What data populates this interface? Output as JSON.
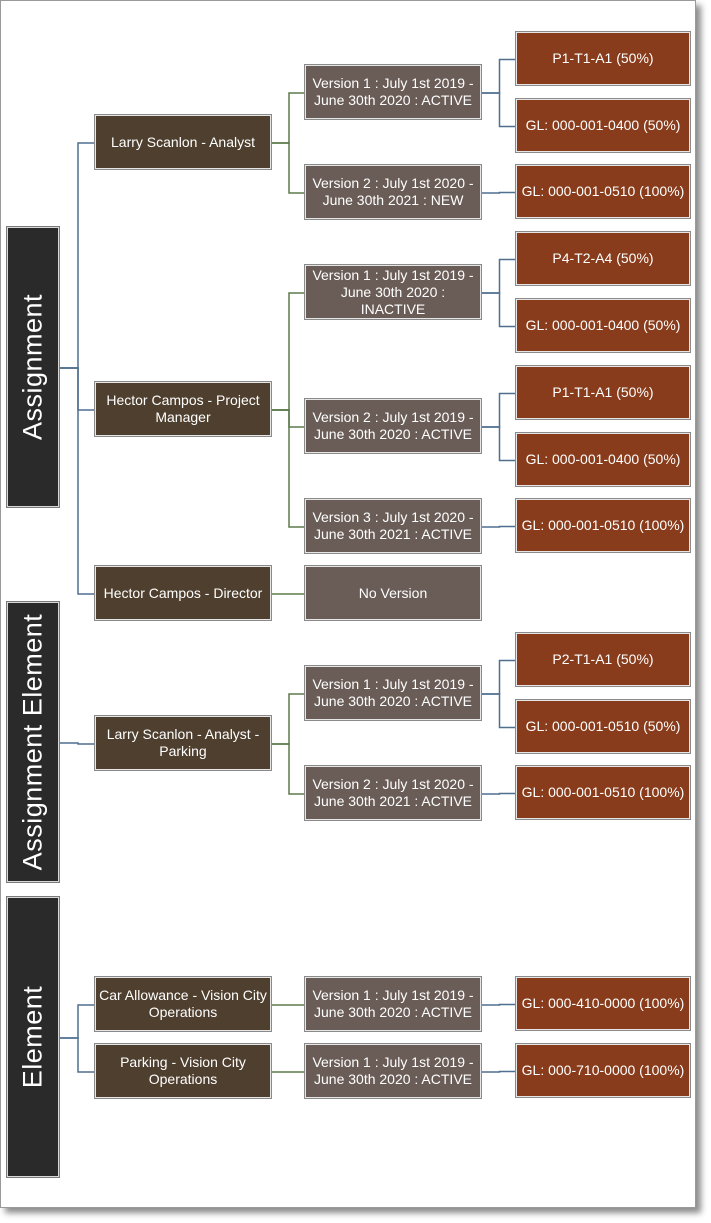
{
  "sections": [
    {
      "id": "s-assignment",
      "label": "Assignment"
    },
    {
      "id": "s-assignment-element",
      "label": "Assignment Element"
    },
    {
      "id": "s-element",
      "label": "Element"
    }
  ],
  "nodes": [
    {
      "id": "a1",
      "level": 1,
      "text": "Larry Scanlon - Analyst"
    },
    {
      "id": "a1v1",
      "level": 2,
      "text": "Version 1 : July 1st 2019 -\nJune 30th 2020 : ACTIVE"
    },
    {
      "id": "a1v1c1",
      "level": 3,
      "text": "P1-T1-A1 (50%)"
    },
    {
      "id": "a1v1c2",
      "level": 3,
      "text": "GL: 000-001-0400 (50%)"
    },
    {
      "id": "a1v2",
      "level": 2,
      "text": "Version 2 : July 1st 2020 -\nJune 30th 2021 : NEW"
    },
    {
      "id": "a1v2c1",
      "level": 3,
      "text": "GL: 000-001-0510 (100%)"
    },
    {
      "id": "a2",
      "level": 1,
      "text": "Hector Campos - Project\nManager"
    },
    {
      "id": "a2v1",
      "level": 2,
      "text": "Version 1 : July 1st 2019 -\nJune 30th 2020 : INACTIVE"
    },
    {
      "id": "a2v1c1",
      "level": 3,
      "text": "P4-T2-A4 (50%)"
    },
    {
      "id": "a2v1c2",
      "level": 3,
      "text": "GL: 000-001-0400 (50%)"
    },
    {
      "id": "a2v2",
      "level": 2,
      "text": "Version 2 : July 1st 2019 -\nJune 30th 2020 : ACTIVE"
    },
    {
      "id": "a2v2c1",
      "level": 3,
      "text": "P1-T1-A1 (50%)"
    },
    {
      "id": "a2v2c2",
      "level": 3,
      "text": "GL: 000-001-0400 (50%)"
    },
    {
      "id": "a2v3",
      "level": 2,
      "text": "Version 3 : July 1st 2020 -\nJune 30th 2021 : ACTIVE"
    },
    {
      "id": "a2v3c1",
      "level": 3,
      "text": "GL: 000-001-0510 (100%)"
    },
    {
      "id": "a3",
      "level": 1,
      "text": "Hector Campos - Director"
    },
    {
      "id": "a3v0",
      "level": 2,
      "text": "No Version"
    },
    {
      "id": "ae1",
      "level": 1,
      "text": "Larry Scanlon - Analyst -\nParking"
    },
    {
      "id": "ae1v1",
      "level": 2,
      "text": "Version 1 : July 1st 2019 -\nJune 30th 2020 : ACTIVE"
    },
    {
      "id": "ae1v1c1",
      "level": 3,
      "text": "P2-T1-A1 (50%)"
    },
    {
      "id": "ae1v1c2",
      "level": 3,
      "text": "GL: 000-001-0510 (50%)"
    },
    {
      "id": "ae1v2",
      "level": 2,
      "text": "Version 2 : July 1st 2020 -\nJune 30th 2021 : ACTIVE"
    },
    {
      "id": "ae1v2c1",
      "level": 3,
      "text": "GL: 000-001-0510 (100%)"
    },
    {
      "id": "e1",
      "level": 1,
      "text": "Car Allowance - Vision City\nOperations"
    },
    {
      "id": "e1v1",
      "level": 2,
      "text": "Version 1 : July 1st 2019 -\nJune 30th 2020 : ACTIVE"
    },
    {
      "id": "e1v1c1",
      "level": 3,
      "text": "GL: 000-410-0000 (100%)"
    },
    {
      "id": "e2",
      "level": 1,
      "text": "Parking - Vision City\nOperations"
    },
    {
      "id": "e2v1",
      "level": 2,
      "text": "Version 1 : July 1st 2019 -\nJune 30th 2020 : ACTIVE"
    },
    {
      "id": "e2v1c1",
      "level": 3,
      "text": "GL: 000-710-0000 (100%)"
    }
  ],
  "edges": [
    [
      "s-assignment",
      "a1"
    ],
    [
      "s-assignment",
      "a2"
    ],
    [
      "s-assignment",
      "a3"
    ],
    [
      "a1",
      "a1v1"
    ],
    [
      "a1",
      "a1v2"
    ],
    [
      "a1v1",
      "a1v1c1"
    ],
    [
      "a1v1",
      "a1v1c2"
    ],
    [
      "a1v2",
      "a1v2c1"
    ],
    [
      "a2",
      "a2v1"
    ],
    [
      "a2",
      "a2v2"
    ],
    [
      "a2",
      "a2v3"
    ],
    [
      "a2v1",
      "a2v1c1"
    ],
    [
      "a2v1",
      "a2v1c2"
    ],
    [
      "a2v2",
      "a2v2c1"
    ],
    [
      "a2v2",
      "a2v2c2"
    ],
    [
      "a2v3",
      "a2v3c1"
    ],
    [
      "a3",
      "a3v0"
    ],
    [
      "s-assignment-element",
      "ae1"
    ],
    [
      "ae1",
      "ae1v1"
    ],
    [
      "ae1",
      "ae1v2"
    ],
    [
      "ae1v1",
      "ae1v1c1"
    ],
    [
      "ae1v1",
      "ae1v1c2"
    ],
    [
      "ae1v2",
      "ae1v2c1"
    ],
    [
      "s-element",
      "e1"
    ],
    [
      "s-element",
      "e2"
    ],
    [
      "e1",
      "e1v1"
    ],
    [
      "e1v1",
      "e1v1c1"
    ],
    [
      "e2",
      "e2v1"
    ],
    [
      "e2v1",
      "e2v1c1"
    ]
  ],
  "colors": {
    "section_fill": "#2a2a2a",
    "level1_fill": "#4f3f2e",
    "level2_fill": "#6a5d57",
    "level3_fill": "#883c1b",
    "connector_blue": "#4f6f8f",
    "connector_green": "#5d7a4a"
  }
}
